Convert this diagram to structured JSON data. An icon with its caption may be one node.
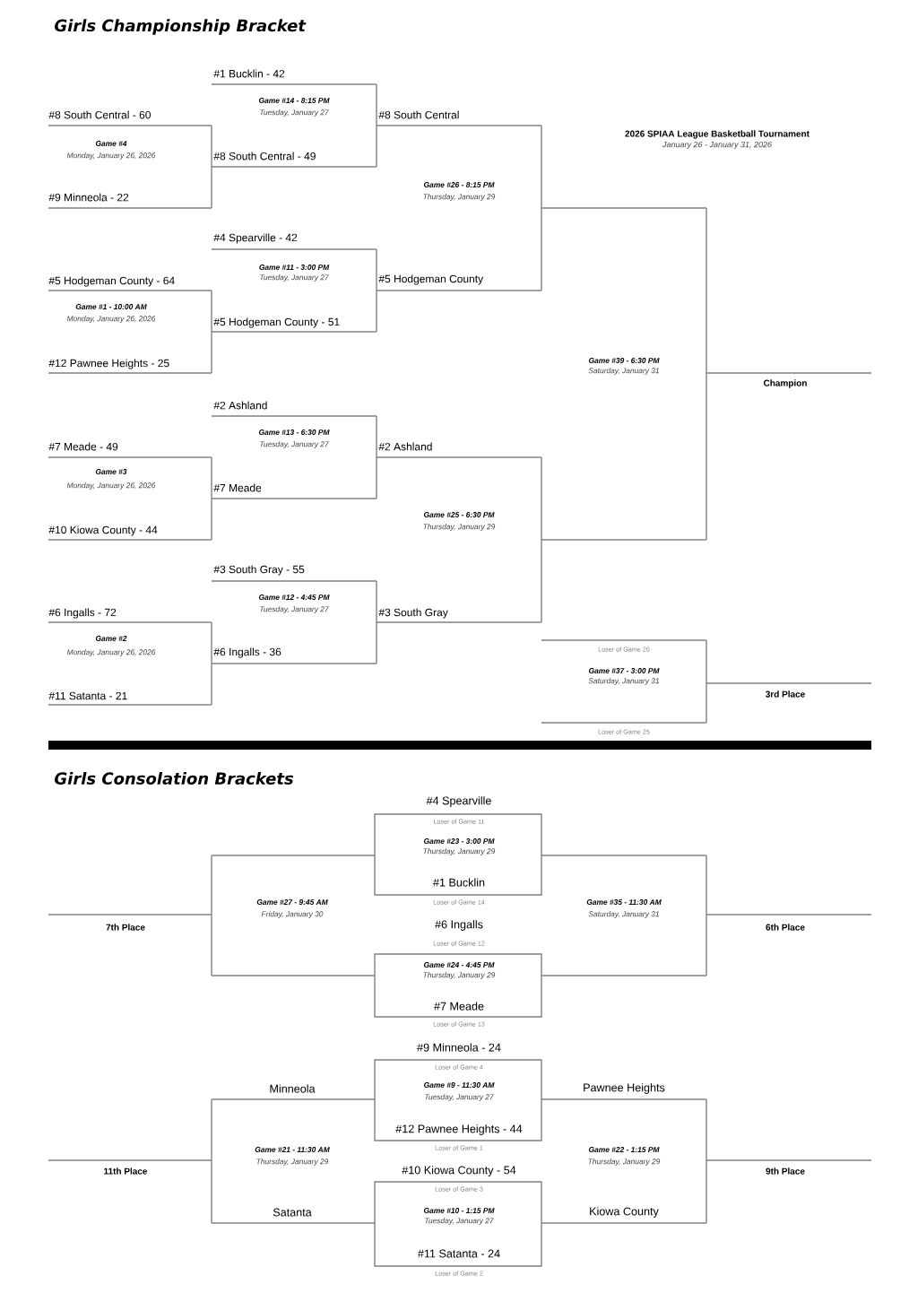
{
  "diagram": {
    "title": "Girls Championship Bracket",
    "labels": [
      "#1 Bucklin - 42",
      "Game #14 - 8:15 PM",
      "Tuesday, January 27",
      "#8 South Central - 60",
      "#8 South Central",
      "2026 SPIAA League Basketball Tournament",
      "January 26 - January 31, 2026",
      "Game #4",
      "Monday, January 26, 2026",
      "#8 South Central - 49",
      "Game #26 - 8:15 PM",
      "Thursday, January 29",
      "#9 Minneola - 22",
      "#4 Spearville - 42",
      "Game #11 - 3:00 PM",
      "Tuesday, January 27",
      "#5 Hodgeman County - 64",
      "#5 Hodgeman County",
      "Game #1 - 10:00 AM",
      "Monday, January 26, 2026",
      "#5 Hodgeman County - 51",
      "Game #39 - 6:30 PM",
      "Saturday, January 31",
      "#12 Pawnee Heights - 25",
      "Champion",
      "#2 Ashland",
      "Game #13 - 6:30 PM",
      "Tuesday, January 27",
      "#7 Meade - 49",
      "#2 Ashland",
      "Game #3",
      "Monday, January 26, 2026",
      "#7 Meade",
      "Game #25 - 6:30 PM",
      "Thursday, January 29",
      "#10 Kiowa County - 44",
      "#3 South Gray - 55",
      "Game #12 - 4:45 PM",
      "Tuesday, January 27",
      "#6 Ingalls - 72",
      "#3 South Gray",
      "Game #2",
      "Monday, January 26, 2026",
      "#6 Ingalls - 36",
      "Loser of Game 26",
      "Game #37 - 3:00 PM",
      "Saturday, January 31",
      "3rd Place",
      "#11 Satanta - 21",
      "Loser of Game 25",
      "Girls Consolation Brackets",
      "#4 Spearville",
      "Loser of Game 11",
      "Game #23 - 3:00 PM",
      "Thursday, January 29",
      "#1 Bucklin",
      "Game #27 - 9:45 AM",
      "Friday, January 30",
      "Loser of Game 14",
      "Game #35 - 11:30 AM",
      "Saturday, January 31",
      "7th Place",
      "6th Place",
      "#6 Ingalls",
      "Loser of Game 12",
      "Game #24 - 4:45 PM",
      "Thursday, January 29",
      "#7 Meade",
      "Loser of Game 13",
      "#9 Minneola - 24",
      "Loser of Game 4",
      "Game #9 - 11:30 AM",
      "Minneola",
      "Pawnee Heights",
      "Tuesday, January 27",
      "#12 Pawnee Heights - 44",
      "Loser of Game 1",
      "Game #21 - 11:30 AM",
      "Thursday, January 29",
      "Game #22 - 1:15 PM",
      "Thursday, January 29",
      "11th Place",
      "9th Place",
      "#10 Kiowa County - 54",
      "Loser of Game 3",
      "Game #10 - 1:15 PM",
      "Satanta",
      "Kiowa County",
      "Tuesday, January 27",
      "#11 Satanta - 24",
      "Loser of Game 2"
    ]
  }
}
